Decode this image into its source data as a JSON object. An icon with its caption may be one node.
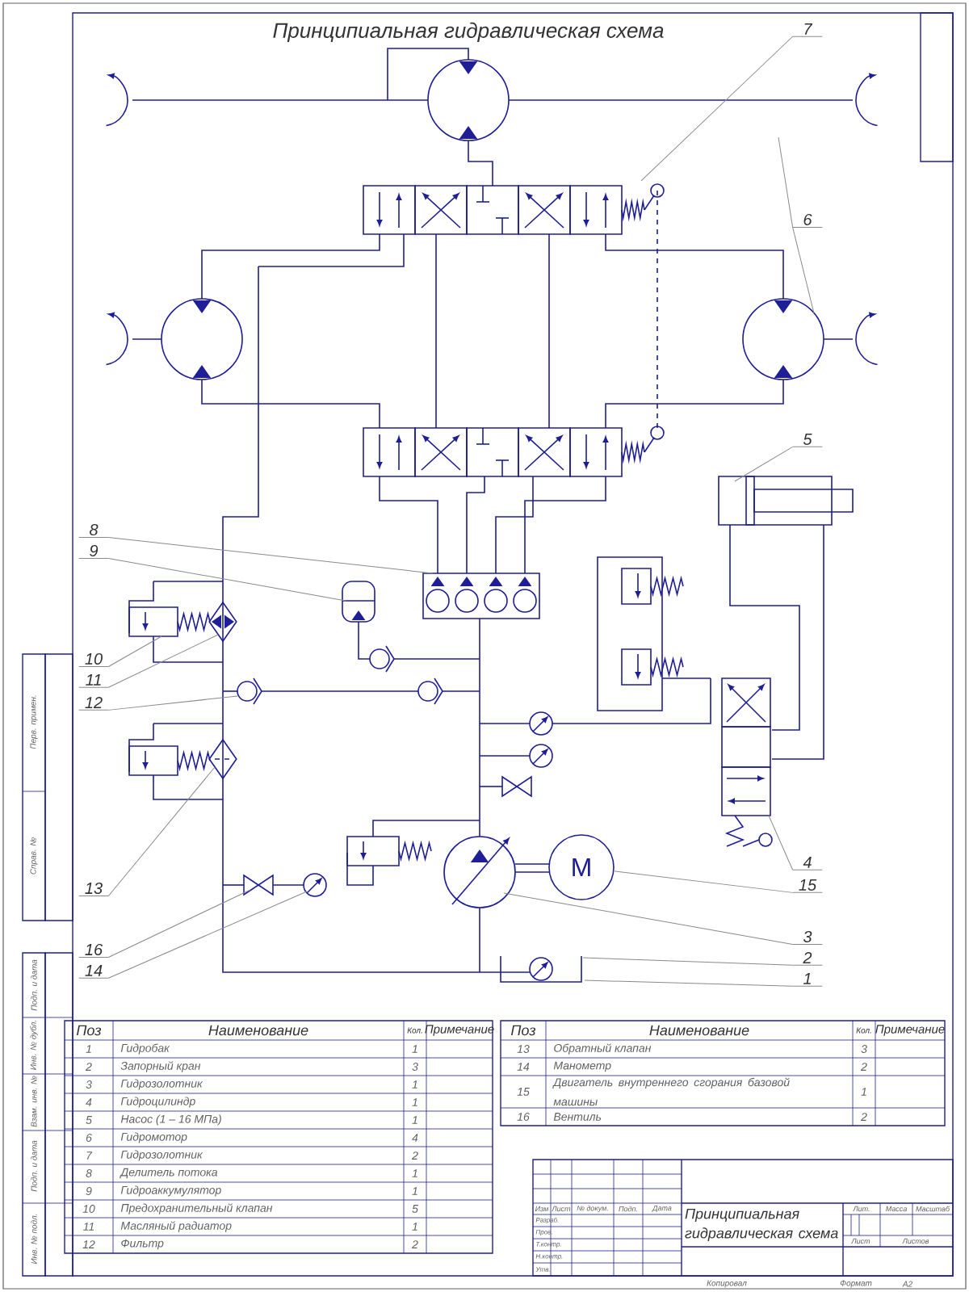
{
  "diagram": {
    "title": "Принципиальная гидравлическая схема",
    "nodes": [
      {
        "text": [
          "M"
        ]
      },
      {
        "text": [
          "7"
        ]
      },
      {
        "text": [
          "6"
        ]
      },
      {
        "text": [
          "5"
        ]
      },
      {
        "text": [
          "4"
        ]
      },
      {
        "text": [
          "15"
        ]
      },
      {
        "text": [
          "3"
        ]
      },
      {
        "text": [
          "2"
        ]
      },
      {
        "text": [
          "1"
        ]
      },
      {
        "text": [
          "8"
        ]
      },
      {
        "text": [
          "9"
        ]
      },
      {
        "text": [
          "10"
        ]
      },
      {
        "text": [
          "11"
        ]
      },
      {
        "text": [
          "12"
        ]
      },
      {
        "text": [
          "13"
        ]
      },
      {
        "text": [
          "16"
        ]
      },
      {
        "text": [
          "14"
        ]
      }
    ],
    "edges": [
      {
        "from": 1,
        "to": null,
        "arrow": "none"
      },
      {
        "from": 2,
        "to": null,
        "arrow": "none"
      },
      {
        "from": 2,
        "to": null,
        "arrow": "none"
      },
      {
        "from": 3,
        "to": null,
        "arrow": "none"
      },
      {
        "from": 4,
        "to": null,
        "arrow": "none"
      },
      {
        "from": 5,
        "to": 0,
        "arrow": "none"
      },
      {
        "from": 6,
        "to": null,
        "arrow": "none"
      },
      {
        "from": 7,
        "to": null,
        "arrow": "none"
      },
      {
        "from": 8,
        "to": null,
        "arrow": "none"
      },
      {
        "from": 9,
        "to": null,
        "arrow": "none"
      },
      {
        "from": 10,
        "to": null,
        "arrow": "none"
      },
      {
        "from": 11,
        "to": null,
        "arrow": "none"
      },
      {
        "from": 12,
        "to": null,
        "arrow": "none"
      },
      {
        "from": 13,
        "to": null,
        "arrow": "none"
      },
      {
        "from": 14,
        "to": null,
        "arrow": "none"
      },
      {
        "from": 15,
        "to": null,
        "arrow": "none"
      },
      {
        "from": 16,
        "to": null,
        "arrow": "none"
      }
    ],
    "labels": [
      "Поз",
      "Наименование",
      "Кол.",
      "Примечание",
      "1",
      "Гидробак",
      "1",
      "2",
      "Запорный кран",
      "3",
      "3",
      "Гидрозолотник",
      "1",
      "4",
      "Гидроцилиндр",
      "1",
      "5",
      "Насос (1 – 16 МПа)",
      "1",
      "6",
      "Гидромотор",
      "4",
      "7",
      "Гидрозолотник",
      "2",
      "8",
      "Делитель потока",
      "1",
      "9",
      "Гидроаккумулятор",
      "1",
      "10",
      "Предохранительный клапан",
      "5",
      "11",
      "Масляный радиатор",
      "1",
      "12",
      "Фильтр",
      "2",
      "Поз",
      "Наименование",
      "Кол.",
      "Примечание",
      "13",
      "Обратный клапан",
      "3",
      "14",
      "Манометр",
      "2",
      "15",
      "Двигатель внутреннего сгорания базовой машины",
      "1",
      "16",
      "Вентиль",
      "2",
      "Изм",
      "Лист",
      "№ докум.",
      "Подп.",
      "Дата",
      "Разраб.",
      "Пров.",
      "Т.контр.",
      "Н.контр.",
      "Утв.",
      "Принципиальная гидравлическая схема",
      "Лит.",
      "Масса",
      "Масштаб",
      "Лист",
      "Листов",
      "Копировал",
      "Формат",
      "А2",
      "Перв. примен.",
      "Справ. №",
      "Подп. и дата",
      "Инв. № дубл.",
      "Взам. инв. №",
      "Подп. и дата",
      "Инв. № подл."
    ]
  }
}
